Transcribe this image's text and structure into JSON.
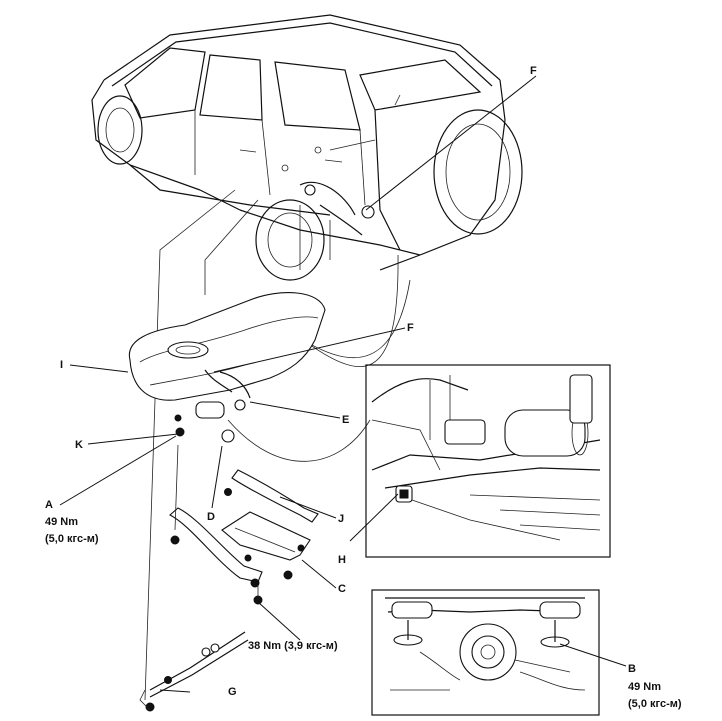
{
  "callouts": {
    "A": "A",
    "B": "B",
    "C": "C",
    "D": "D",
    "E": "E",
    "F_top": "F",
    "F_mid": "F",
    "G": "G",
    "H": "H",
    "I": "I",
    "J": "J",
    "K": "K"
  },
  "torque": {
    "a_nm": "49 Nm",
    "a_kgf": "(5,0 кгс-м)",
    "mid": "38 Nm (3,9 кгс-м)",
    "b_nm": "49 Nm",
    "b_kgf": "(5,0 кгс-м)"
  }
}
